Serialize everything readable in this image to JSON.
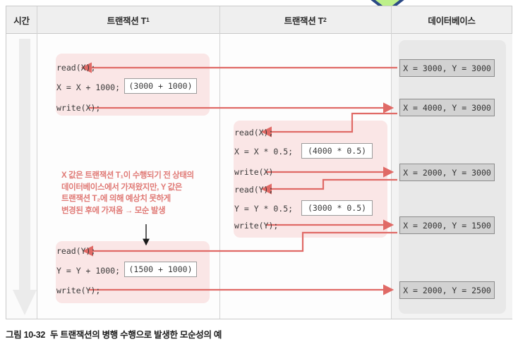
{
  "figure": {
    "caption_number": "그림 10-32",
    "caption_text": "두 트랜잭션의 병행 수행으로 발생한 모순성의 예"
  },
  "colors": {
    "accent_red": "#e06a66",
    "pink_block": "#fae6e6",
    "db_box": "#d2d2d2",
    "header_bg": "#efefef",
    "chevron_green": "#bdf08a",
    "chevron_border": "#2b4a86",
    "annotation_text": "#e07a76"
  },
  "table": {
    "columns": [
      {
        "id": "time",
        "label": "시간"
      },
      {
        "id": "t1",
        "label": "트랜잭션 T",
        "sub": "1"
      },
      {
        "id": "t2",
        "label": "트랜잭션 T",
        "sub": "2"
      },
      {
        "id": "db",
        "label": "데이터베이스"
      }
    ]
  },
  "time_column": {
    "icon": "down-arrow-icon"
  },
  "chevron": {
    "icon": "chevron-down-icon"
  },
  "transaction_t1": {
    "block_1": {
      "lines": [
        {
          "code": "read(X);",
          "expr": null
        },
        {
          "code": "X = X + 1000;",
          "expr": "(3000 + 1000)"
        },
        {
          "code": "write(X);",
          "expr": null
        }
      ]
    },
    "block_2": {
      "lines": [
        {
          "code": "read(Y);",
          "expr": null
        },
        {
          "code": "Y = Y + 1000;",
          "expr": "(1500 + 1000)"
        },
        {
          "code": "write(Y);",
          "expr": null
        }
      ]
    }
  },
  "transaction_t2": {
    "block_1": {
      "lines": [
        {
          "code": "read(X);",
          "expr": null
        },
        {
          "code": "X = X * 0.5;",
          "expr": "(4000 * 0.5)"
        },
        {
          "code": "write(X)",
          "expr": null
        },
        {
          "code": "read(Y);",
          "expr": null
        },
        {
          "code": "Y = Y * 0.5;",
          "expr": "(3000 * 0.5)"
        },
        {
          "code": "write(Y);",
          "expr": null
        }
      ]
    }
  },
  "database": {
    "states": [
      {
        "id": "state-1",
        "value": "X = 3000, Y = 3000"
      },
      {
        "id": "state-2",
        "value": "X = 4000, Y = 3000"
      },
      {
        "id": "state-3",
        "value": "X = 2000, Y = 3000"
      },
      {
        "id": "state-4",
        "value": "X = 2000, Y = 1500"
      },
      {
        "id": "state-5",
        "value": "X = 2000, Y = 2500"
      }
    ]
  },
  "annotation": {
    "text": "X 값은 트랜잭션 T₁이 수행되기 전 상태의\n데이터베이스에서 가져왔지만, Y 값은\n트랜잭션 T₂에 의해 예상치 못하게\n변경된 후에 가져옴 → 모순 발생"
  }
}
